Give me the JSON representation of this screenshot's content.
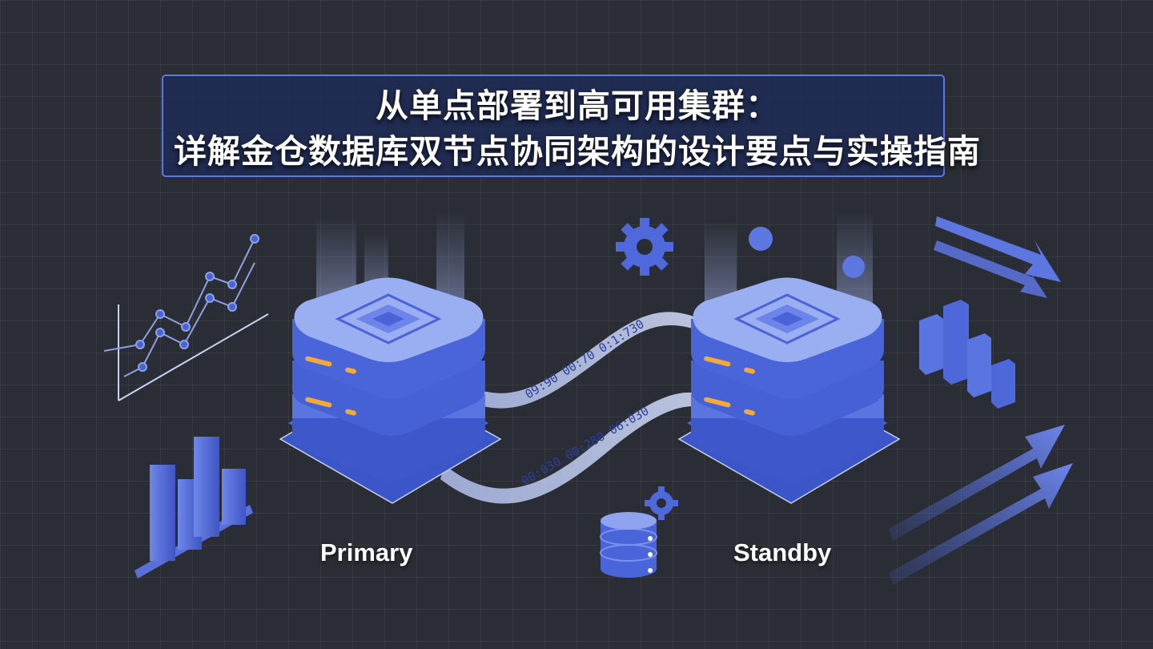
{
  "title": {
    "line1": "从单点部署到高可用集群：",
    "line2": "详解金仓数据库双节点协同架构的设计要点与实操指南"
  },
  "nodes": {
    "primary_label": "Primary",
    "standby_label": "Standby"
  },
  "sync_stream": {
    "upper_text": "09:90  00:70  0:1:730",
    "lower_text": "00:030  00:280  06:030"
  },
  "icons": [
    "line-chart-icon",
    "bar-chart-icon",
    "gear-icon",
    "database-icon",
    "arrow-icon"
  ],
  "colors": {
    "background": "#2a2d35",
    "accent": "#5a78e6",
    "server_top": "#9aaef2",
    "server_side": "#4a64d8",
    "led": "#f4a93b"
  }
}
